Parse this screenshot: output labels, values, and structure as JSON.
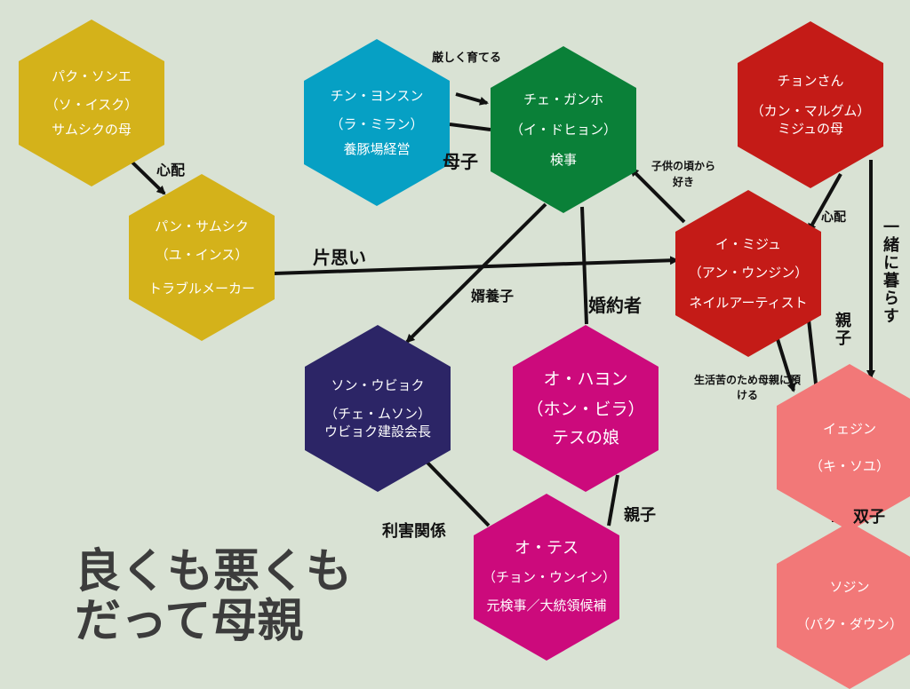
{
  "colors": {
    "background": "#d9e2d4",
    "mustard": "#d4b21a",
    "blue": "#06a0c4",
    "green": "#0a8038",
    "red": "#c41b17",
    "navy": "#2c2566",
    "magenta": "#cc0a7c",
    "salmon": "#f27878",
    "arrow": "#111111"
  },
  "title": {
    "line1": "良くも悪くも",
    "line2": "だって母親"
  },
  "characters": {
    "park": {
      "l1": "パク・ソンエ",
      "l2": "（ソ・イスク）",
      "l3": "サムシクの母"
    },
    "pan": {
      "l1": "パン・サムシク",
      "l2": "（ユ・インス）",
      "l3": "トラブルメーカー"
    },
    "chin": {
      "l1": "チン・ヨンスン",
      "l2": "（ラ・ミラン）",
      "l3": "養豚場経営"
    },
    "chae": {
      "l1": "チェ・ガンホ",
      "l2": "（イ・ドヒョン）",
      "l3": "検事"
    },
    "chon": {
      "l1": "チョンさん",
      "l2": "（カン・マルグム）",
      "l3": "ミジュの母"
    },
    "mijoo": {
      "l1": "イ・ミジュ",
      "l2": "（アン・ウンジン）",
      "l3": "ネイルアーティスト"
    },
    "son": {
      "l1": "ソン・ウビョク",
      "l2": "（チェ・ムソン）",
      "l3": "ウビョク建設会長"
    },
    "ohayon": {
      "l1": "オ・ハヨン",
      "l2": "（ホン・ビラ）",
      "l3": "テスの娘"
    },
    "otes": {
      "l1": "オ・テス",
      "l2": "（チョン・ウンイン）",
      "l3": "元検事／大統領候補"
    },
    "yejin": {
      "l1": "イェジン",
      "l2": "（キ・ソユ）"
    },
    "sojin": {
      "l1": "ソジン",
      "l2": "（パク・ダウン）"
    }
  },
  "relations": {
    "worry1": "心配",
    "strict": "厳しく育てる",
    "mother_child": "母子",
    "unrequited": "片思い",
    "childhood_love": "子供の頃から好き",
    "worry2": "心配",
    "live_together": "一緒に暮らす",
    "son_in_law": "婿養子",
    "fiance": "婚約者",
    "parent_child1": "親子",
    "entrust": "生活苦のため母親に預ける",
    "interest": "利害関係",
    "parent_child2": "親子",
    "twins": "双子"
  }
}
